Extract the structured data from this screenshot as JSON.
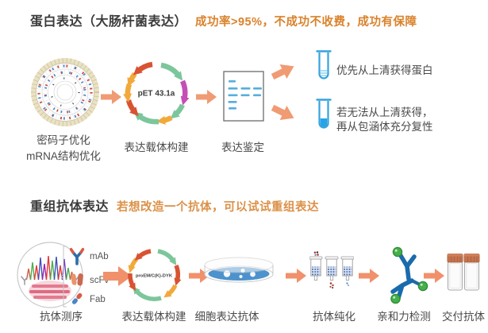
{
  "protein_section": {
    "title": "蛋白表达（大肠杆菌表达）",
    "subtitle": "成功率>95%，不成功不收费，成功有保障",
    "codon_step": {
      "label_line1": "密码子优化",
      "label_line2": "mRNA结构优化"
    },
    "vector_step": {
      "label": "表达载体构建",
      "plasmid_name": "pET 43.1a"
    },
    "gel_step": {
      "label": "表达鉴定"
    },
    "outcome_supernatant": "优先从上清获得蛋白",
    "outcome_inclusion_line1": "若无法从上清获得，",
    "outcome_inclusion_line2": "再从包涵体充分复性"
  },
  "antibody_section": {
    "title": "重组抗体表达",
    "subtitle": "若想改造一个抗体，可以试试重组表达",
    "formats": [
      "mAb",
      "scFv",
      "Fab"
    ],
    "sequencing_step": {
      "label": "抗体测序"
    },
    "vector_step": {
      "label": "表达载体构建",
      "plasmid_name": "proEM/C(K)-DYK"
    },
    "cell_step": {
      "label": "细胞表达抗体"
    },
    "purification_step": {
      "label": "抗体纯化"
    },
    "affinity_step": {
      "label": "亲和力检测"
    },
    "delivery_step": {
      "label": "交付抗体"
    }
  },
  "colors": {
    "title_text": "#3b3b3b",
    "accent_orange": "#d9822b",
    "arrow_salmon": "#f09b73",
    "tube_blue": "#2ba3e8",
    "gel_band_blue": "#56aedc",
    "dish_blue": "#4d92cc",
    "antibody_blue": "#1a6bad",
    "bead_green": "#44b04a",
    "vial_cap_orange": "#c3734e",
    "label_gray": "#4a4a4a"
  }
}
